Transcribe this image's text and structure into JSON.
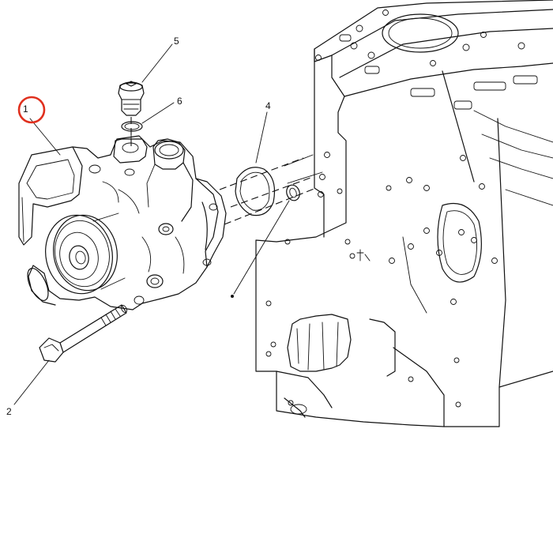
{
  "diagram": {
    "callouts": [
      {
        "id": "1",
        "label": "1"
      },
      {
        "id": "2",
        "label": "2"
      },
      {
        "id": "4",
        "label": "4"
      },
      {
        "id": "5",
        "label": "5"
      },
      {
        "id": "6",
        "label": "6"
      }
    ],
    "highlight_color": "#e0301e",
    "line_color": "#111111"
  }
}
